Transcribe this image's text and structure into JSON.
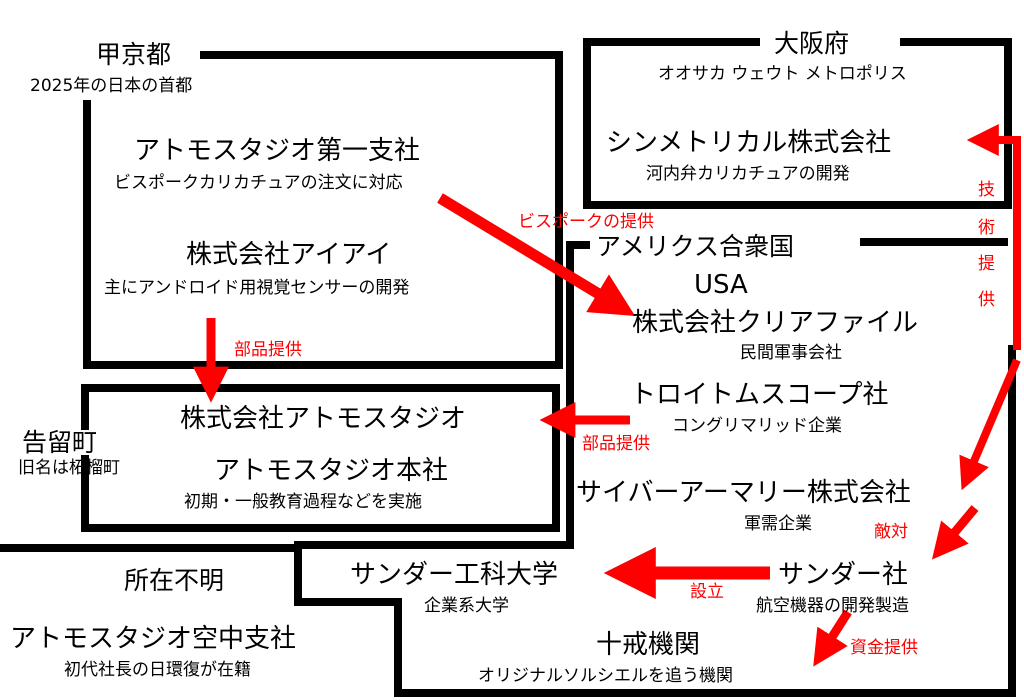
{
  "regions": {
    "kofu": {
      "name": "甲京都",
      "sub": "2025年の日本の首都"
    },
    "osaka": {
      "name": "大阪府",
      "sub": "オオサカ ウェウト メトロポリス"
    },
    "america": {
      "name": "アメリクス合衆国",
      "sub": "USA"
    },
    "tsugetome": {
      "name": "告留町",
      "sub": "旧名は柘榴町"
    },
    "unknown": {
      "name": "所在不明"
    }
  },
  "orgs": {
    "atmos_branch1": {
      "name": "アトモスタジオ第一支社",
      "desc": "ビスポークカリカチュアの注文に対応"
    },
    "aiai": {
      "name": "株式会社アイアイ",
      "desc": "主にアンドロイド用視覚センサーの開発"
    },
    "symmetrical": {
      "name": "シンメトリカル株式会社",
      "desc": "河内弁カリカチュアの開発"
    },
    "clearfile": {
      "name": "株式会社クリアファイル",
      "desc": "民間軍事会社"
    },
    "troit": {
      "name": "トロイトムスコープ社",
      "desc": "コングリマリッド企業"
    },
    "cyberarmory": {
      "name": "サイバーアーマリー株式会社",
      "desc": "軍需企業"
    },
    "atmos": {
      "name": "株式会社アトモスタジオ"
    },
    "atmos_hq": {
      "name": "アトモスタジオ本社",
      "desc": "初期・一般教育過程などを実施"
    },
    "thunder_univ": {
      "name": "サンダー工科大学",
      "desc": "企業系大学"
    },
    "thunder": {
      "name": "サンダー社",
      "desc": "航空機器の開発製造"
    },
    "atmos_air": {
      "name": "アトモスタジオ空中支社",
      "desc": "初代社長の日環復が在籍"
    },
    "jikkai": {
      "name": "十戒機関",
      "desc": "オリジナルソルシエルを追う機関"
    }
  },
  "relations": {
    "bespoke": "ビスポークの提供",
    "parts1": "部品提供",
    "parts2": "部品提供",
    "tech": [
      "技",
      "術",
      "提",
      "供"
    ],
    "rival": "敵対",
    "founded": "設立",
    "funding": "資金提供"
  },
  "colors": {
    "arrow": "#ff0000",
    "border": "#000000",
    "background": "#ffffff"
  }
}
